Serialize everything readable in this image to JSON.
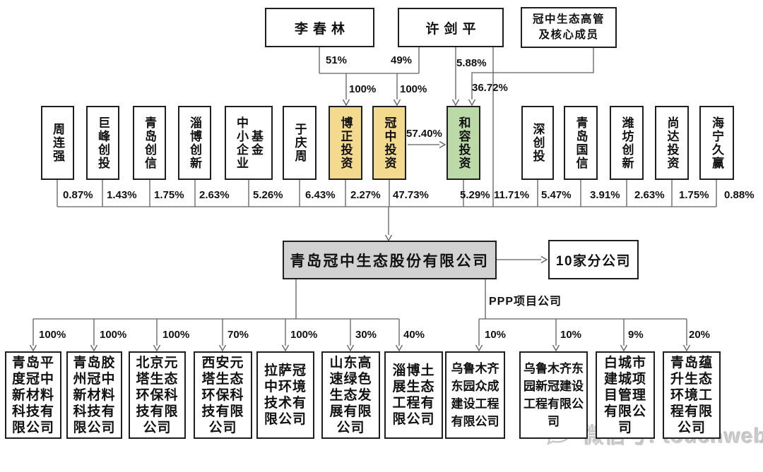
{
  "top_owners": [
    {
      "name": "李春林"
    },
    {
      "name": "许剑平"
    },
    {
      "name": "冠中生态高管及核心成员",
      "lines": [
        "冠中生态高管",
        "及核心成员"
      ]
    }
  ],
  "edge_labels": [
    {
      "id": "li-to-bozheng",
      "label": "51%"
    },
    {
      "id": "xu-to-bozheng",
      "label": "49%"
    },
    {
      "id": "xu-to-herong",
      "label": "5.88%"
    },
    {
      "id": "bozheng-holding",
      "label": "100%"
    },
    {
      "id": "guanzhong-holding",
      "label": "100%"
    },
    {
      "id": "mgmt-to-herong",
      "label": "36.72%"
    },
    {
      "id": "guanzhong-to-herong",
      "label": "57.40%"
    }
  ],
  "shareholders": [
    {
      "name": "周连强",
      "stake": "0.87%",
      "fill": "white"
    },
    {
      "name": "巨峰创投",
      "stake": "1.43%",
      "fill": "white"
    },
    {
      "name": "青岛创信",
      "stake": "1.75%",
      "fill": "white"
    },
    {
      "name": "淄博创新",
      "stake": "2.63%",
      "fill": "white"
    },
    {
      "name": "中小企业基金",
      "stake": "5.26%",
      "fill": "white"
    },
    {
      "name": "于庆周",
      "stake": "6.43%",
      "fill": "white"
    },
    {
      "name": "博正投资",
      "stake": "2.27%",
      "fill": "yellow"
    },
    {
      "name": "冠中投资",
      "stake": "47.73%",
      "fill": "yellow"
    },
    {
      "name": "和容投资",
      "stake": "5.29%",
      "fill": "green"
    },
    {
      "name": "深创投",
      "stake": "5.47%",
      "fill": "white"
    },
    {
      "name": "青岛国信",
      "stake": "3.91%",
      "fill": "white"
    },
    {
      "name": "潍坊创新",
      "stake": "2.63%",
      "fill": "white"
    },
    {
      "name": "尚达投资",
      "stake": "1.75%",
      "fill": "white"
    },
    {
      "name": "海宁久赢",
      "stake": "0.88%",
      "fill": "white"
    }
  ],
  "xu_direct_stake": "11.71%",
  "company": {
    "name": "青岛冠中生态股份有限公司"
  },
  "branches": {
    "label": "10家分公司"
  },
  "ppp_label": "PPP项目公司",
  "subsidiaries": [
    {
      "name": "青岛平度冠中新材料科技有限公司",
      "stake": "100%"
    },
    {
      "name": "青岛胶州冠中新材料科技有限公司",
      "stake": "100%"
    },
    {
      "name": "北京元塔生态环保科技有限公司",
      "stake": "100%"
    },
    {
      "name": "西安元塔生态环保科技有限公司",
      "stake": "70%"
    },
    {
      "name": "拉萨冠中环境技术有限公司",
      "stake": "100%"
    },
    {
      "name": "山东高速绿色生态发展有限公司",
      "stake": "30%"
    },
    {
      "name": "淄博土展生态工程有限公司",
      "stake": "40%"
    },
    {
      "name": "乌鲁木齐东园众成建设工程有限公司",
      "stake": "10%"
    },
    {
      "name": "乌鲁木齐东园新冠建设工程有限公司",
      "stake": "10%"
    },
    {
      "name": "白城市建城项目管理有限公司",
      "stake": "9%"
    },
    {
      "name": "青岛蕴升生态环境工程有限公司",
      "stake": "20%"
    }
  ],
  "watermark": {
    "text": "微信号: touchweb"
  },
  "colors": {
    "highlight_yellow": "#F3DA8E",
    "highlight_green": "#BBDAA8",
    "company_gray": "#D2D2D2",
    "line_gray": "#5F5F5F"
  }
}
